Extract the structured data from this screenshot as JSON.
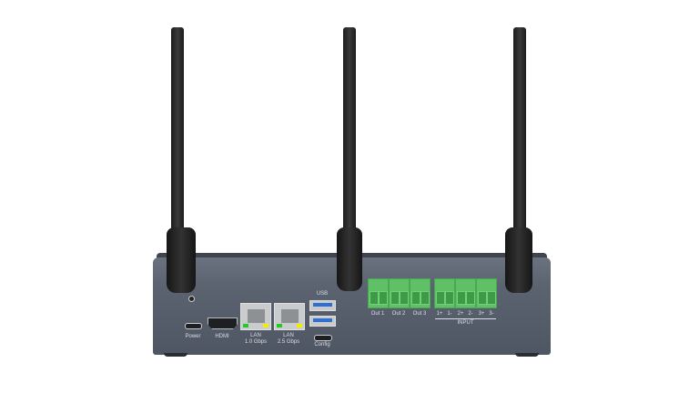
{
  "device": {
    "labels": {
      "power": "Power",
      "hdmi": "HDMI",
      "lan1_line1": "LAN",
      "lan1_line2": "1.0 Gbps",
      "lan2_line1": "LAN",
      "lan2_line2": "2.5 Gbps",
      "usb": "USB",
      "config": "Config",
      "out1": "Out 1",
      "out2": "Out 2",
      "out3": "Out 3",
      "in1p": "1+",
      "in1m": "1-",
      "in2p": "2+",
      "in2m": "2-",
      "in3p": "3+",
      "in3m": "3-",
      "input": "INPUT"
    },
    "colors": {
      "body": "#5b6370",
      "terminal": "#5fc066",
      "led_link": "#22cc22",
      "led_activity": "#eeee00",
      "usb": "#2f6fd0"
    }
  }
}
